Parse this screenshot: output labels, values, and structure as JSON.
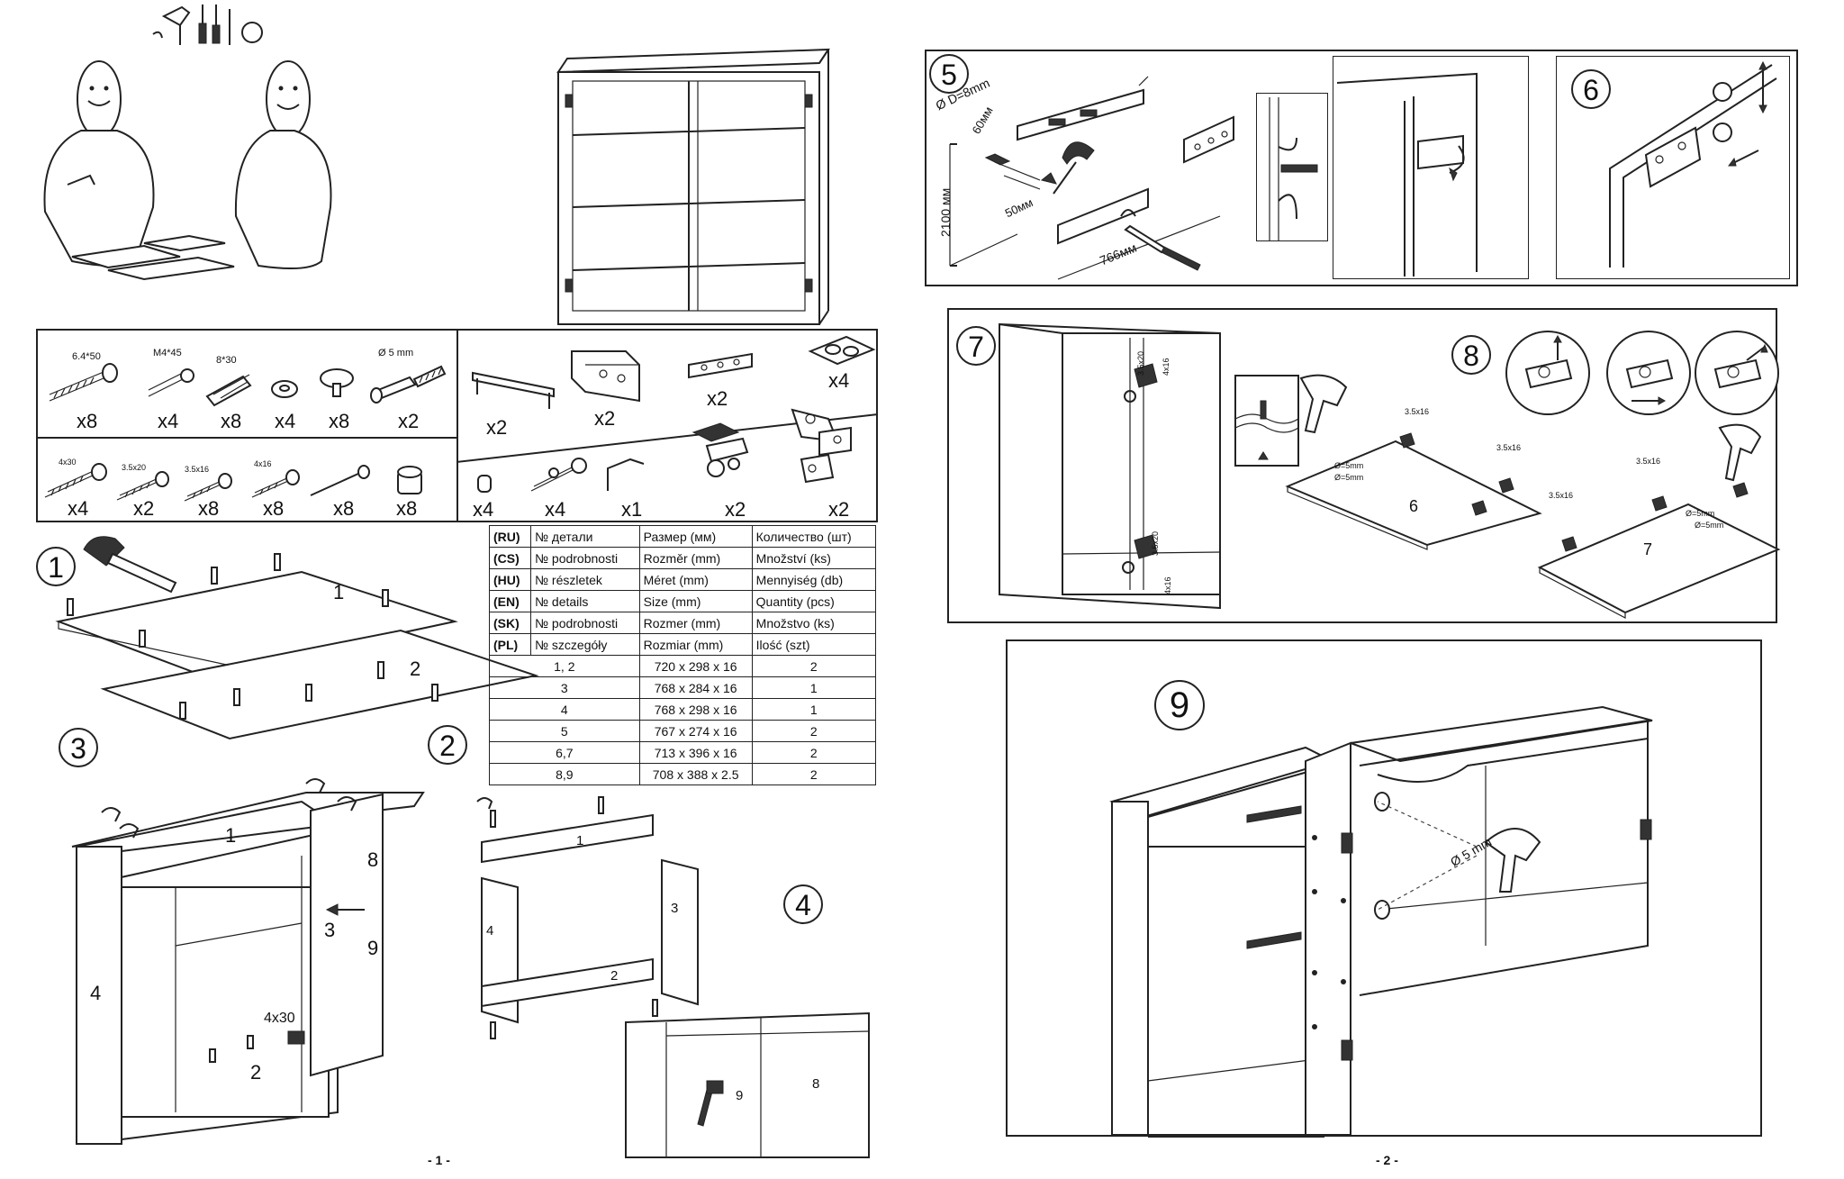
{
  "parts_panel": {
    "row1": [
      {
        "label": "6.4*50",
        "qty": "x8"
      },
      {
        "label": "M4*45",
        "qty": "x4"
      },
      {
        "label": "8*30",
        "qty": "x8"
      },
      {
        "label": "",
        "qty": "x4"
      },
      {
        "label": "",
        "qty": "x8"
      },
      {
        "label": "Ø 5 mm",
        "qty": "x2"
      }
    ],
    "row2": [
      {
        "label": "4x30",
        "qty": "x4"
      },
      {
        "label": "3.5x20",
        "qty": "x2"
      },
      {
        "label": "3.5x16",
        "qty": "x8"
      },
      {
        "label": "4x16",
        "qty": "x8"
      },
      {
        "label": "",
        "qty": "x8"
      },
      {
        "label": "",
        "qty": "x8"
      }
    ],
    "right_row1": [
      {
        "qty": "x2"
      },
      {
        "qty": "x2"
      },
      {
        "qty": "x2"
      },
      {
        "qty": "x4"
      }
    ],
    "right_row2": [
      {
        "qty": "x4"
      },
      {
        "qty": "x4"
      },
      {
        "qty": "x1"
      },
      {
        "qty": "x2"
      },
      {
        "qty": "x2"
      }
    ]
  },
  "parts_table": {
    "header_rows": [
      {
        "code": "(RU)",
        "part": "№ детали",
        "size": "Размер  (мм)",
        "qty": "Количество (шт)"
      },
      {
        "code": "(CS)",
        "part": "№ podrobnosti",
        "size": "Rozměr (mm)",
        "qty": "Množství (ks)"
      },
      {
        "code": "(HU)",
        "part": "№ részletek",
        "size": "Méret (mm)",
        "qty": "Mennyiség (db)"
      },
      {
        "code": "(EN)",
        "part": "№ details",
        "size": "Size (mm)",
        "qty": "Quantity  (pcs)"
      },
      {
        "code": "(SK)",
        "part": "№ podrobnosti",
        "size": "Rozmer (mm)",
        "qty": "Množstvo (ks)"
      },
      {
        "code": "(PL)",
        "part": "№ szczegóły",
        "size": "Rozmiar (mm)",
        "qty": "Ilość (szt)"
      }
    ],
    "rows": [
      {
        "part": "1, 2",
        "size": "720 x 298 x 16",
        "qty": "2"
      },
      {
        "part": "3",
        "size": "768 x 284 x 16",
        "qty": "1"
      },
      {
        "part": "4",
        "size": "768 x 298 x 16",
        "qty": "1"
      },
      {
        "part": "5",
        "size": "767 x 274 x 16",
        "qty": "2"
      },
      {
        "part": "6,7",
        "size": "713 x 396 x 16",
        "qty": "2"
      },
      {
        "part": "8,9",
        "size": "708 x 388 x 2.5",
        "qty": "2"
      }
    ]
  },
  "steps": {
    "s1": {
      "num": "1",
      "panel_a": "1",
      "panel_b": "2"
    },
    "s2": {
      "num": "2"
    },
    "s3": {
      "num": "3",
      "labels": {
        "p1": "1",
        "p2": "2",
        "p3": "3",
        "p4": "4",
        "p8": "8",
        "p9": "9",
        "screw": "4x30"
      }
    },
    "s4": {
      "num": "4",
      "labels": {
        "p1": "1",
        "p2": "2",
        "p3": "3",
        "p4": "4",
        "p8": "8",
        "p9": "9"
      }
    },
    "s5": {
      "num": "5",
      "dia": "Ø D=8mm",
      "d60": "60мм",
      "d50": "50мм",
      "h2100": "2100 мм",
      "w766": "766мм"
    },
    "s6": {
      "num": "6"
    },
    "s7": {
      "num": "7",
      "screw_a": "3.5x20",
      "screw_b": "4x16",
      "screw_c": "3.5x20",
      "screw_d": "4x16"
    },
    "s8": {
      "num": "8",
      "p6": "6",
      "p7": "7",
      "s1": "3.5x16",
      "s2": "3.5x16",
      "s3": "3.5x16",
      "s4": "3.5x16",
      "d1": "Ø=5mm",
      "d2": "Ø=5mm",
      "d3": "Ø=5mm",
      "d4": "Ø=5mm"
    },
    "s9": {
      "num": "9",
      "drill": "Ø 5 mm"
    }
  },
  "page_numbers": {
    "left": "- 1 -",
    "right": "- 2 -"
  }
}
